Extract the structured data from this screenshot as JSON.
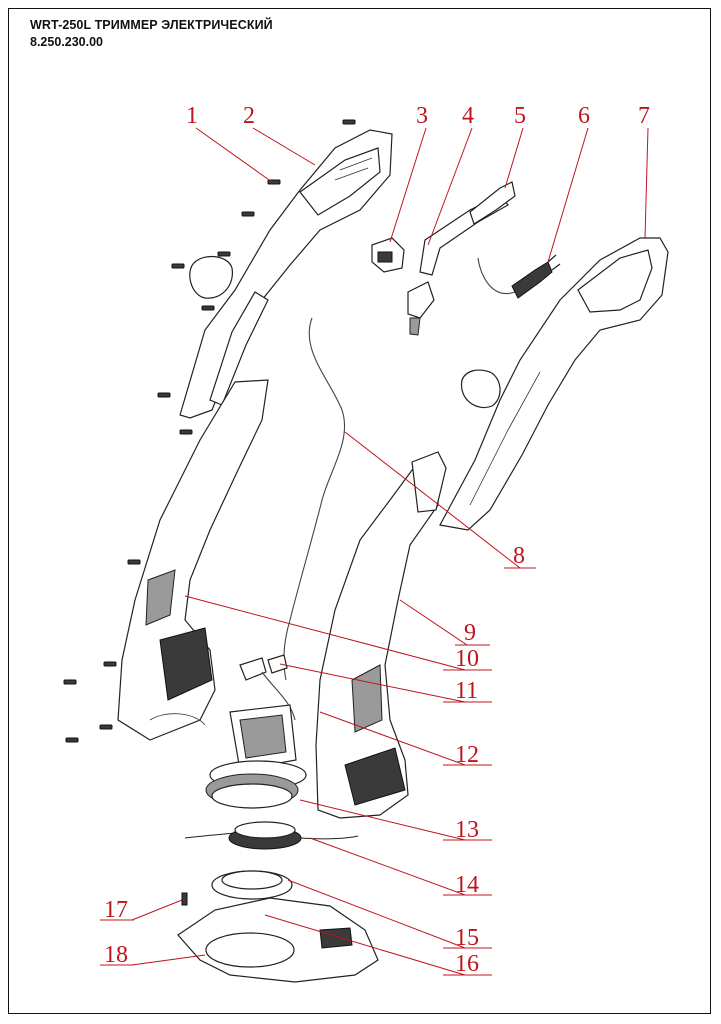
{
  "header": {
    "title": "WRT-250L ТРИММЕР ЭЛЕКТРИЧЕСКИЙ",
    "code": "8.250.230.00"
  },
  "callouts": [
    "1",
    "2",
    "3",
    "4",
    "5",
    "6",
    "7",
    "8",
    "9",
    "10",
    "11",
    "12",
    "13",
    "14",
    "15",
    "16",
    "17",
    "18"
  ],
  "colors": {
    "callout": "#c0141c",
    "line": "#222222"
  }
}
